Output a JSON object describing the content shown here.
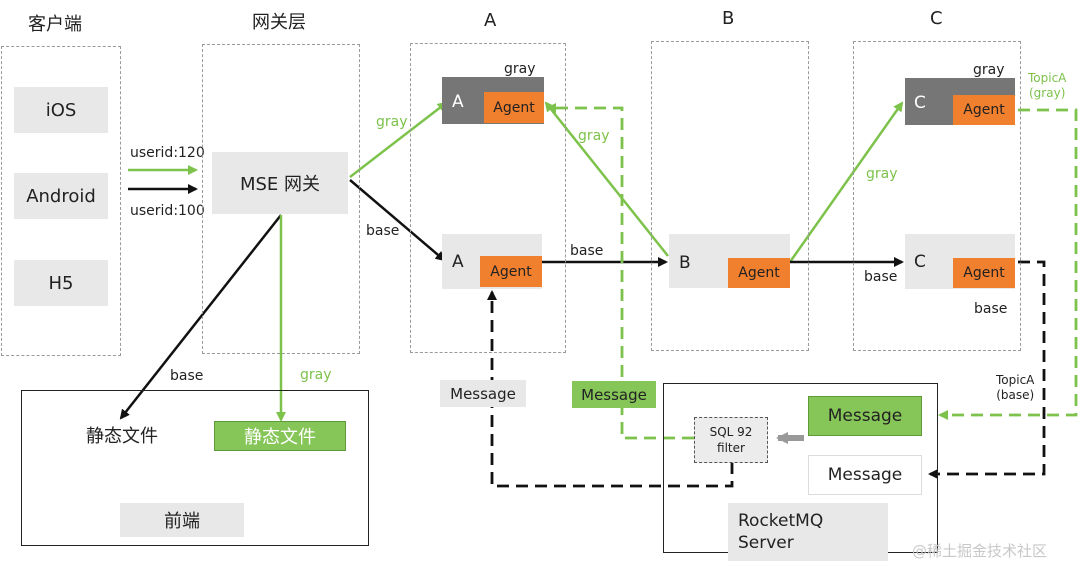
{
  "headers": {
    "client": "客户端",
    "gateway": "网关层",
    "a": "A",
    "b": "B",
    "c": "C"
  },
  "client": {
    "items": [
      "iOS",
      "Android",
      "H5"
    ]
  },
  "gateway": {
    "label": "MSE 网关"
  },
  "edges": {
    "userid_120": "userid:120",
    "userid_100": "userid:100",
    "gray": "gray",
    "base": "base"
  },
  "service_a": {
    "gray_tag": "gray",
    "gray_name": "A",
    "base_name": "A",
    "agent": "Agent"
  },
  "service_b": {
    "name": "B",
    "agent": "Agent"
  },
  "service_c": {
    "gray_tag": "gray",
    "gray_name": "C",
    "base_name": "C",
    "base_tag": "base",
    "agent": "Agent"
  },
  "topics": {
    "gray": "TopicA\n(gray)",
    "base": "TopicA\n(base)"
  },
  "messages": {
    "a_consume": "Message",
    "gray_consume": "Message",
    "server_gray": "Message",
    "server_base": "Message"
  },
  "filter": {
    "label": "SQL 92\nfilter"
  },
  "server": {
    "label": "RocketMQ\nServer"
  },
  "frontend": {
    "static_base": "静态文件",
    "static_gray": "静态文件",
    "label": "前端"
  },
  "watermark": "@稀土掘金技术社区",
  "colors": {
    "gray_route": "#7dc24b",
    "base_route": "#111111",
    "agent": "#f07f2e",
    "box": "#e8e8e8"
  }
}
